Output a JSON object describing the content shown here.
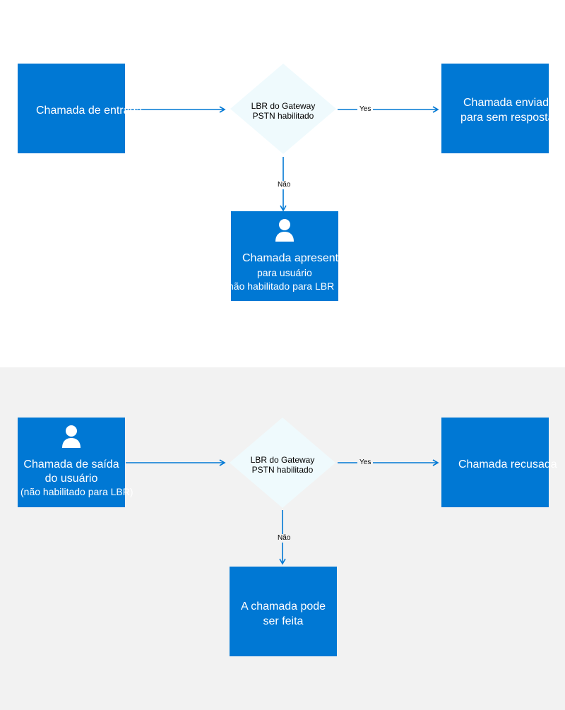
{
  "colors": {
    "box": "#0078d4",
    "diamond": "#effafd",
    "arrow": "#0078d4",
    "bottom_panel": "#f2f2f2"
  },
  "top": {
    "incoming_box": {
      "text": "Chamada de entrada"
    },
    "decision": {
      "line1": "LBR do Gateway",
      "line2": "PSTN habilitado"
    },
    "yes_label": "Yes",
    "no_label": "Não",
    "yes_box": {
      "line1": "Chamada enviada",
      "line2": "para sem resposta"
    },
    "no_box": {
      "icon": "user-icon",
      "line1": "Chamada apresentada",
      "line2": "para usuário",
      "line3": "não habilitado para LBR"
    }
  },
  "bottom": {
    "outgoing_box": {
      "icon": "user-icon",
      "line1": "Chamada de saída",
      "line2": "do usuário",
      "line3": "(não habilitado para LBR)"
    },
    "decision": {
      "line1": "LBR do Gateway",
      "line2": "PSTN habilitado"
    },
    "yes_label": "Yes",
    "no_label": "Não",
    "yes_box": {
      "text": "Chamada recusada"
    },
    "no_box": {
      "line1": "A chamada pode",
      "line2": "ser feita"
    }
  }
}
